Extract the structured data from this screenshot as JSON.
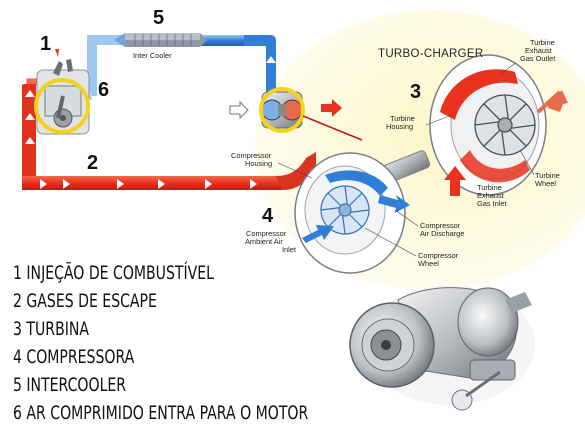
{
  "diagram": {
    "title": "TURBO-CHARGER",
    "numbers": {
      "n1": "1",
      "n2": "2",
      "n3": "3",
      "n4": "4",
      "n5": "5",
      "n6": "6"
    },
    "labels": {
      "inter_cooler": "Inter Cooler",
      "turbine_exhaust_gas_outlet": [
        "Turbine",
        "Exhaust",
        "Gas Outlet"
      ],
      "turbine_housing": [
        "Turbine",
        "Housing"
      ],
      "turbine_wheel": [
        "Turbine",
        "Wheel"
      ],
      "turbine_exhaust_gas_inlet": [
        "Turbine",
        "Exhaust",
        "Gas Inlet"
      ],
      "compressor_housing": [
        "Compressor",
        "Housing"
      ],
      "compressor_air_discharge": [
        "Compressor",
        "Air Discharge"
      ],
      "compressor_ambient_air_inlet": [
        "Compressor",
        "Ambient Air",
        "Inlet"
      ],
      "compressor_wheel": [
        "Compressor",
        "Wheel"
      ]
    },
    "colors": {
      "hot": "#e8321e",
      "cold": "#2f7fd6",
      "highlight": "#f2d21c"
    }
  },
  "legend": [
    "1 INJEÇÃO DE COMBUSTÍVEL",
    "2 GASES DE ESCAPE",
    "3 TURBINA",
    "4 COMPRESSORA",
    "5 INTERCOOLER",
    "6 AR COMPRIMIDO ENTRA PARA O MOTOR"
  ]
}
